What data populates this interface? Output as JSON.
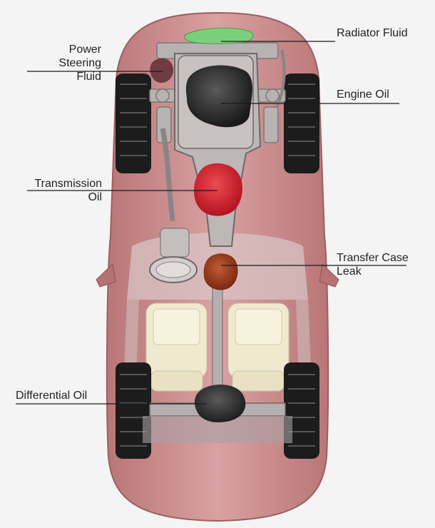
{
  "labels": {
    "radiator": "Radiator Fluid",
    "power_steering": [
      "Power",
      "Steering",
      "Fluid"
    ],
    "engine_oil": "Engine Oil",
    "transmission": [
      "Transmission",
      "Oil"
    ],
    "transfer_case": [
      "Transfer Case",
      "Leak"
    ],
    "differential": "Differential Oil"
  },
  "colors": {
    "background": "#f4f4f4",
    "car_body": "#c9898a",
    "car_body_dark": "#a86a6c",
    "glass": "#d6c9ca",
    "frame": "#b9b2b2",
    "tire": "#1c1c1c",
    "seat": "#f1edd6",
    "radiator_fluid": "#7ccf7a",
    "power_steering_fluid": "#6e3c42",
    "engine_oil": "#2a2a2a",
    "transmission_oil": "#d3222e",
    "transfer_case_leak": "#9a3a1c",
    "differential_oil": "#2d2d2d"
  }
}
